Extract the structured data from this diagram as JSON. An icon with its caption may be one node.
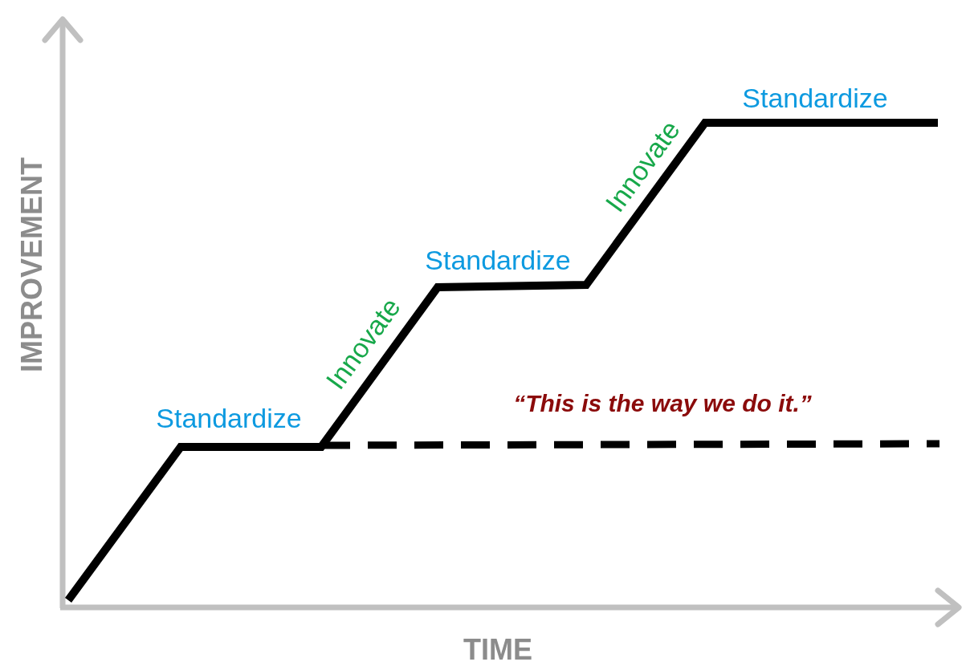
{
  "diagram": {
    "labels": [
      "IMPROVEMENT",
      "Standardize",
      "Innovate",
      "Standardize",
      "Innovate",
      "“This is the way we do it.”",
      "Standardize",
      "TIME"
    ]
  }
}
